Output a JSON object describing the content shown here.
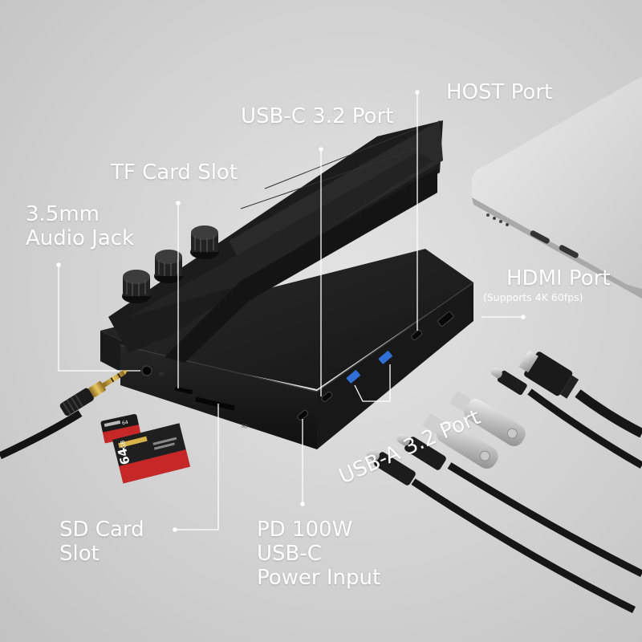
{
  "labels": {
    "host_port": "HOST Port",
    "usb_c_port": "USB-C 3.2 Port",
    "tf_card_slot": "TF Card Slot",
    "audio_jack": "3.5mm\nAudio Jack",
    "hdmi_port": "HDMI Port",
    "hdmi_note": "(Supports 4K 60fps)",
    "usb_a_port": "USB-A 3.2 Port",
    "sd_card_slot": "SD Card\nSlot",
    "pd_power": "PD 100W\nUSB-C\nPower Input"
  },
  "device_text": {
    "sd_marking": "SD"
  },
  "sd_card": {
    "capacity": "64",
    "capacity_unit": "GB"
  },
  "colors": {
    "background": "#d5d5d5",
    "dock_body": "#1e1e1e",
    "label_text": "#ffffff",
    "usb_a_accent": "#2f6fd6",
    "sd_card_red": "#c62828"
  }
}
